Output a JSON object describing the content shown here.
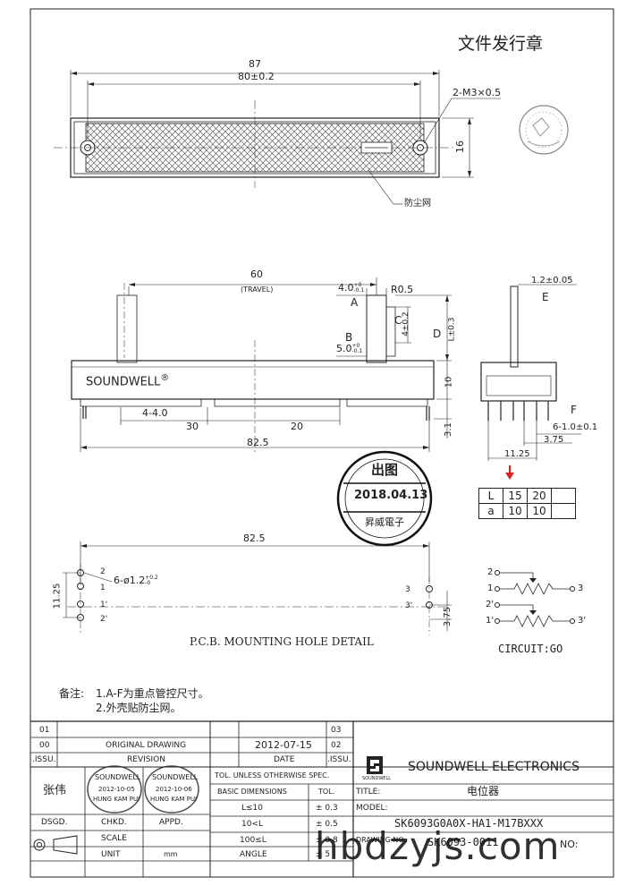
{
  "header": {
    "issue_stamp": "文件发行章"
  },
  "top_view": {
    "dim_overall": "87",
    "dim_hole_pitch": "80±0.2",
    "dim_screw": "2-M3×0.5",
    "dim_height": "16",
    "label_dust": "防尘网"
  },
  "side_view": {
    "dim_travel": "60",
    "travel_label": "(TRAVEL)",
    "dim_A": "4.0",
    "dim_A_tol_upper": "+0",
    "dim_A_tol_lower": "-0.1",
    "label_A": "A",
    "dim_r": "R0.5",
    "dim_C": "4±0.2",
    "label_C": "C",
    "dim_D": "L±0.3",
    "label_D": "D",
    "label_B": "B",
    "dim_B": "5.0",
    "dim_B_tol_upper": "+0",
    "dim_B_tol_lower": "-0.1",
    "brand": "SOUNDWELL",
    "brand_mark": "®",
    "dim_10": "10",
    "dim_31": "3.1",
    "dim_44": "4-4.0",
    "dim_30": "30",
    "dim_20": "20",
    "dim_825": "82.5"
  },
  "end_view": {
    "dim_E": "1.2±0.05",
    "label_E": "E",
    "label_F": "F",
    "dim_F": "6-1.0±0.1",
    "dim_375": "3.75",
    "dim_1125": "11.25"
  },
  "la_table": {
    "rows": [
      [
        "L",
        "15",
        "20",
        ""
      ],
      [
        "a",
        "10",
        "10",
        ""
      ]
    ]
  },
  "release_stamp": {
    "title": "出图",
    "date": "2018.04.13",
    "company": "昇威電子"
  },
  "pcb": {
    "dim_825": "82.5",
    "dim_holes": "6-ø1.2",
    "dim_holes_tol_upper": "+0.2",
    "dim_holes_tol_lower": "-0",
    "dim_1125": "11.25",
    "dim_375": "3.75",
    "pin_labels_left": [
      "2",
      "1",
      "1'",
      "2'"
    ],
    "pin_labels_right": [
      "3",
      "3'"
    ],
    "caption": "P.C.B.  MOUNTING HOLE DETAIL"
  },
  "circuit": {
    "pins": [
      "2",
      "1",
      "3",
      "2'",
      "1'",
      "3'"
    ],
    "caption": "CIRCUIT:GO"
  },
  "notes": {
    "title": "备注:",
    "items": [
      "1.A-F为重点管控尺寸。",
      "2.外壳贴防尘网。"
    ]
  },
  "title_block": {
    "rev_rows": [
      {
        "num": "01",
        "desc": "",
        "date": ""
      },
      {
        "num": "00",
        "desc": "ORIGINAL  DRAWING",
        "date": "2012-07-15"
      }
    ],
    "right_nums": [
      "03",
      "02"
    ],
    "issu_label": ".ISSU.",
    "revision_label": "REVISION",
    "date_label": "DATE",
    "issu_label2": ".ISSU.",
    "designer": "张伟",
    "dsgd_label": "DSGD.",
    "chkd_label": "CHKD.",
    "appd_label": "APPD.",
    "scale_label": "SCALE",
    "unit_label": "UNIT",
    "unit_value": "mm",
    "stamp_text_1": "SOUNDWELL",
    "stamp_date_1": "2012-10-05",
    "stamp_name_1": "HUNG KAM PUI",
    "stamp_text_2": "SOUNDWELL",
    "stamp_date_2": "2012-10-06",
    "stamp_name_2": "HUNG KAM PUI",
    "tol_header": "TOL. UNLESS OTHERWISE SPEC.",
    "basic_dims": "BASIC DIMENSIONS",
    "tol_label": "TOL.",
    "tol_rows": [
      {
        "dim": "L≤10",
        "tol": "± 0.3"
      },
      {
        "dim": "10<L",
        "tol": "± 0.5"
      },
      {
        "dim": "100≤L",
        "tol": "± 0.8"
      }
    ],
    "angle_label": "ANGLE",
    "angle_tol": "± 5",
    "company_logo_text": "SOUNDWELL",
    "company": "SOUNDWELL  ELECTRONICS",
    "title_label": "TITLE:",
    "title_value": "电位器",
    "model_label": "MODEL:",
    "model_value": "SK6093G0A0X-HA1-M17BXXX",
    "drawing_no_label": "DRAWING NO.",
    "drawing_no_value": "SK6093-0011",
    "no_label": "NO:"
  },
  "watermark": "hbdzyjs.com"
}
